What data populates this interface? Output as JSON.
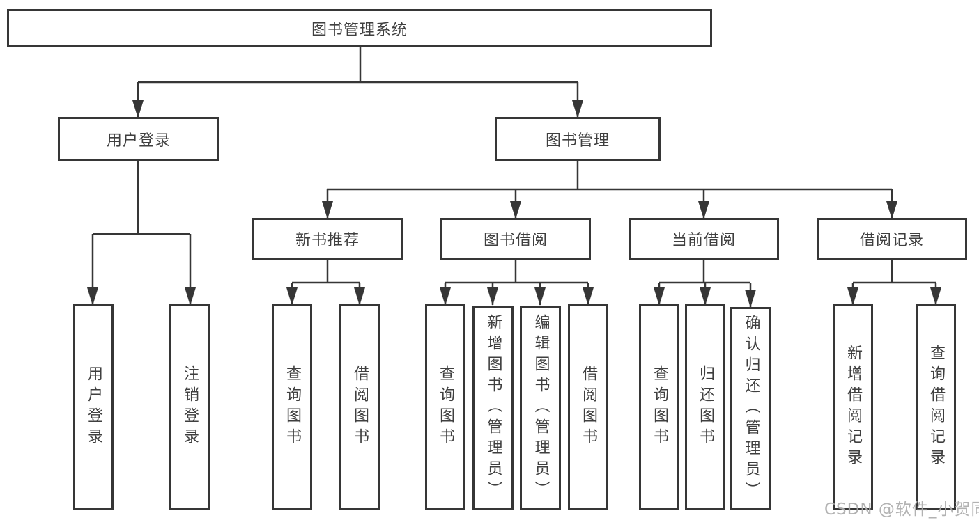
{
  "diagram": {
    "root": {
      "label": "图书管理系统"
    },
    "level2": [
      {
        "label": "用户登录"
      },
      {
        "label": "图书管理"
      }
    ],
    "level3": [
      {
        "label": "新书推荐",
        "parent": "图书管理"
      },
      {
        "label": "图书借阅",
        "parent": "图书管理"
      },
      {
        "label": "当前借阅",
        "parent": "图书管理"
      },
      {
        "label": "借阅记录",
        "parent": "图书管理"
      }
    ],
    "leaves": [
      {
        "label": "用户登录",
        "parent": "用户登录"
      },
      {
        "label": "注销登录",
        "parent": "用户登录"
      },
      {
        "label": "查询图书",
        "parent": "新书推荐"
      },
      {
        "label": "借阅图书",
        "parent": "新书推荐"
      },
      {
        "label": "查询图书",
        "parent": "图书借阅"
      },
      {
        "label": "新增图书（管理员）",
        "parent": "图书借阅"
      },
      {
        "label": "编辑图书（管理员）",
        "parent": "图书借阅"
      },
      {
        "label": "借阅图书",
        "parent": "图书借阅"
      },
      {
        "label": "查询图书",
        "parent": "当前借阅"
      },
      {
        "label": "归还图书",
        "parent": "当前借阅"
      },
      {
        "label": "确认归还（管理员）",
        "parent": "当前借阅"
      },
      {
        "label": "新增借阅记录",
        "parent": "借阅记录"
      },
      {
        "label": "查询借阅记录",
        "parent": "借阅记录"
      }
    ],
    "colors": {
      "line": "#363636",
      "box_border": "#363636",
      "text": "#3f3f3f",
      "background": "#ffffff",
      "watermark": "#ababab"
    },
    "watermark": "CSDN @软件_小贺同学"
  }
}
